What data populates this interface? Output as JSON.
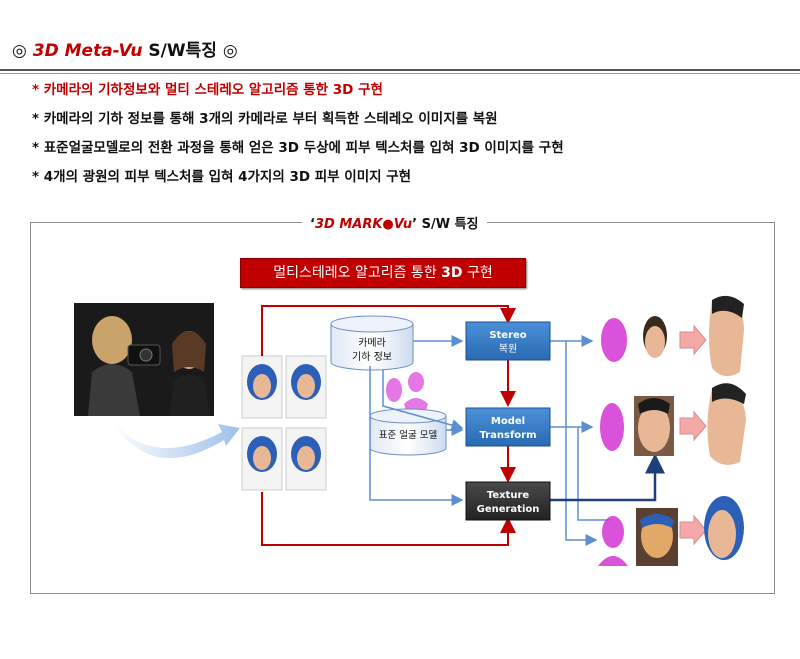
{
  "header": {
    "symbol_left": "◎",
    "title_accent": "3D Meta-Vu",
    "title_rest": " S/W특징",
    "symbol_right": "◎"
  },
  "bullets": [
    "* 카메라의 기하정보와 멀티 스테레오 알고리즘 통한 3D 구현",
    "* 카메라의 기하 정보를 통해 3개의 카메라로 부터 획득한 스테레오 이미지를 복원",
    "* 표준얼굴모델로의 전환 과정을 통해 얻은 3D 두상에 피부 텍스처를 입혀 3D 이미지를 구현",
    "* 4개의 광원의 피부 텍스처를 입혀 4가지의 3D 피부 이미지 구현"
  ],
  "panel": {
    "title_open": "‘",
    "title_accent": "3D MARK●Vu",
    "title_close": "’",
    "title_rest": " S/W 특징"
  },
  "banner": {
    "text": "멀티스테레오 알고리즘 통한 ",
    "bold": "3D",
    "suffix": " 구현"
  },
  "cylinders": {
    "camera_geometry": [
      "카메라",
      "기하 정보"
    ],
    "standard_face_model": "표준 얼굴 모델"
  },
  "boxes": {
    "stereo": [
      "Stereo",
      "복원"
    ],
    "model_transform": [
      "Model",
      "Transform"
    ],
    "texture_generation": [
      "Texture",
      "Generation"
    ]
  },
  "colors": {
    "red": "#c00000",
    "blue_box": "#2f78c4",
    "dark_box": "#333333",
    "arrow_blue": "#5b8fd0",
    "pink_arrow": "#f4a8a8",
    "magenta_mesh": "#d63ed6",
    "skin": "#e8b896",
    "hood": "#2b5fb8"
  }
}
